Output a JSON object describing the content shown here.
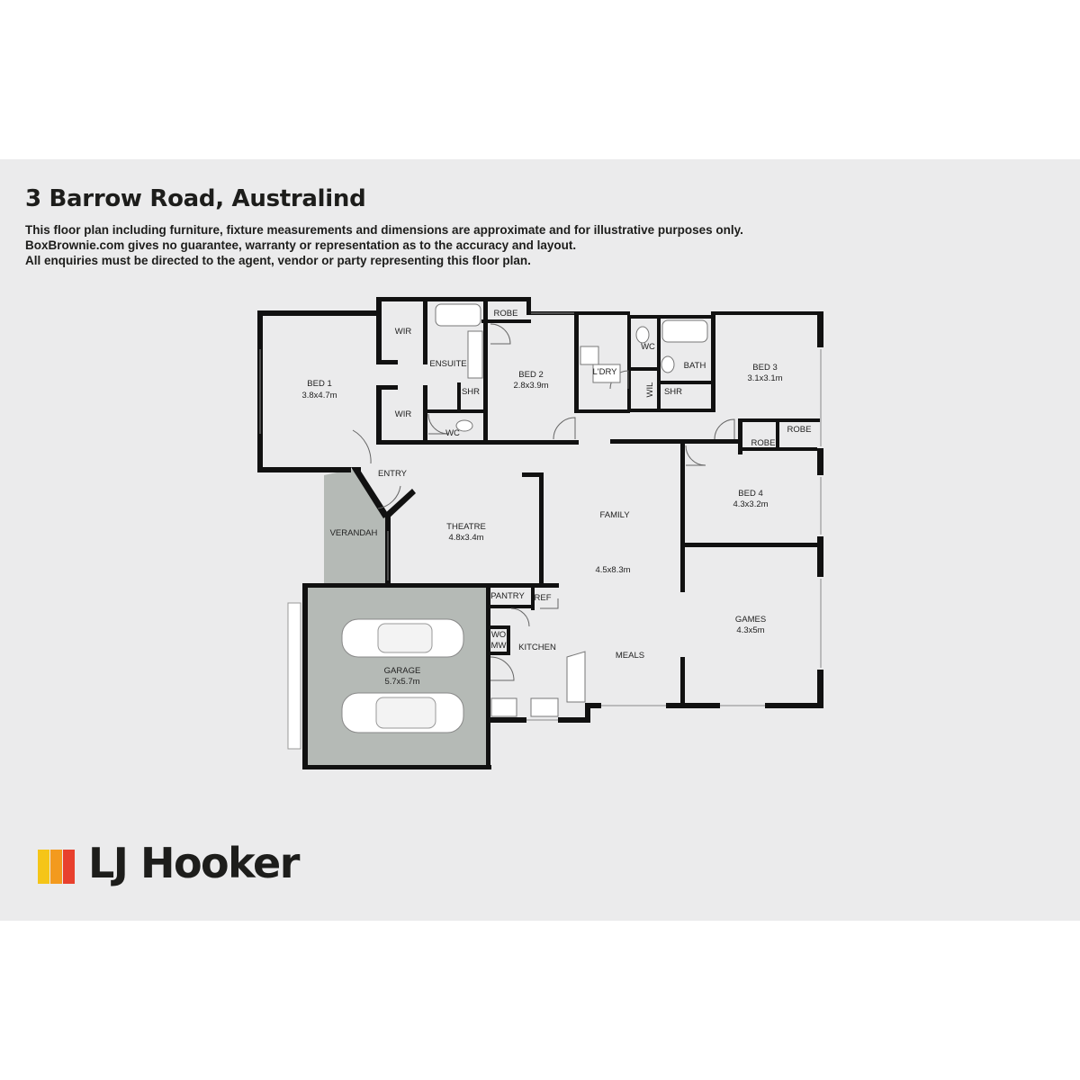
{
  "header": {
    "title": "3 Barrow Road, Australind",
    "disclaimer_lines": [
      "This floor plan including furniture, fixture measurements and dimensions are approximate and for illustrative purposes only.",
      "BoxBrownie.com gives no guarantee, warranty or representation as to the accuracy and layout.",
      "All enquiries must be directed to the agent, vendor or party representing this floor plan."
    ]
  },
  "rooms": {
    "bed1": {
      "name": "BED 1",
      "size": "3.8x4.7m"
    },
    "wir_top": {
      "name": "WIR"
    },
    "wir_bottom": {
      "name": "WIR"
    },
    "ensuite": {
      "name": "ENSUITE"
    },
    "shr_ensuite": {
      "name": "SHR"
    },
    "wc_ensuite": {
      "name": "WC"
    },
    "robe_bed2": {
      "name": "ROBE"
    },
    "bed2": {
      "name": "BED 2",
      "size": "2.8x3.9m"
    },
    "laundry": {
      "name": "L'DRY"
    },
    "wc_main": {
      "name": "WC"
    },
    "wil": {
      "name": "WIL"
    },
    "bath": {
      "name": "BATH"
    },
    "shr_main": {
      "name": "SHR"
    },
    "bed3": {
      "name": "BED 3",
      "size": "3.1x3.1m"
    },
    "robe_a": {
      "name": "ROBE"
    },
    "robe_b": {
      "name": "ROBE"
    },
    "entry": {
      "name": "ENTRY"
    },
    "family": {
      "name": "FAMILY",
      "size": "4.5x8.3m"
    },
    "bed4": {
      "name": "BED 4",
      "size": "4.3x3.2m"
    },
    "verandah": {
      "name": "VERANDAH"
    },
    "theatre": {
      "name": "THEATRE",
      "size": "4.8x3.4m"
    },
    "pantry": {
      "name": "PANTRY"
    },
    "ref": {
      "name": "REF"
    },
    "wo": {
      "name": "WO"
    },
    "mw": {
      "name": "MW"
    },
    "kitchen": {
      "name": "KITCHEN"
    },
    "meals": {
      "name": "MEALS"
    },
    "games": {
      "name": "GAMES",
      "size": "4.3x5m"
    },
    "garage": {
      "name": "GARAGE",
      "size": "5.7x5.7m"
    }
  },
  "brand": {
    "name": "LJ Hooker",
    "stripe_colors": [
      "#f5c518",
      "#f39a1e",
      "#e8402d"
    ],
    "text_color": "#1d1d1b"
  },
  "colors": {
    "background": "#ebebec",
    "wall": "#111111",
    "shaded_area": "#b5bab6"
  }
}
